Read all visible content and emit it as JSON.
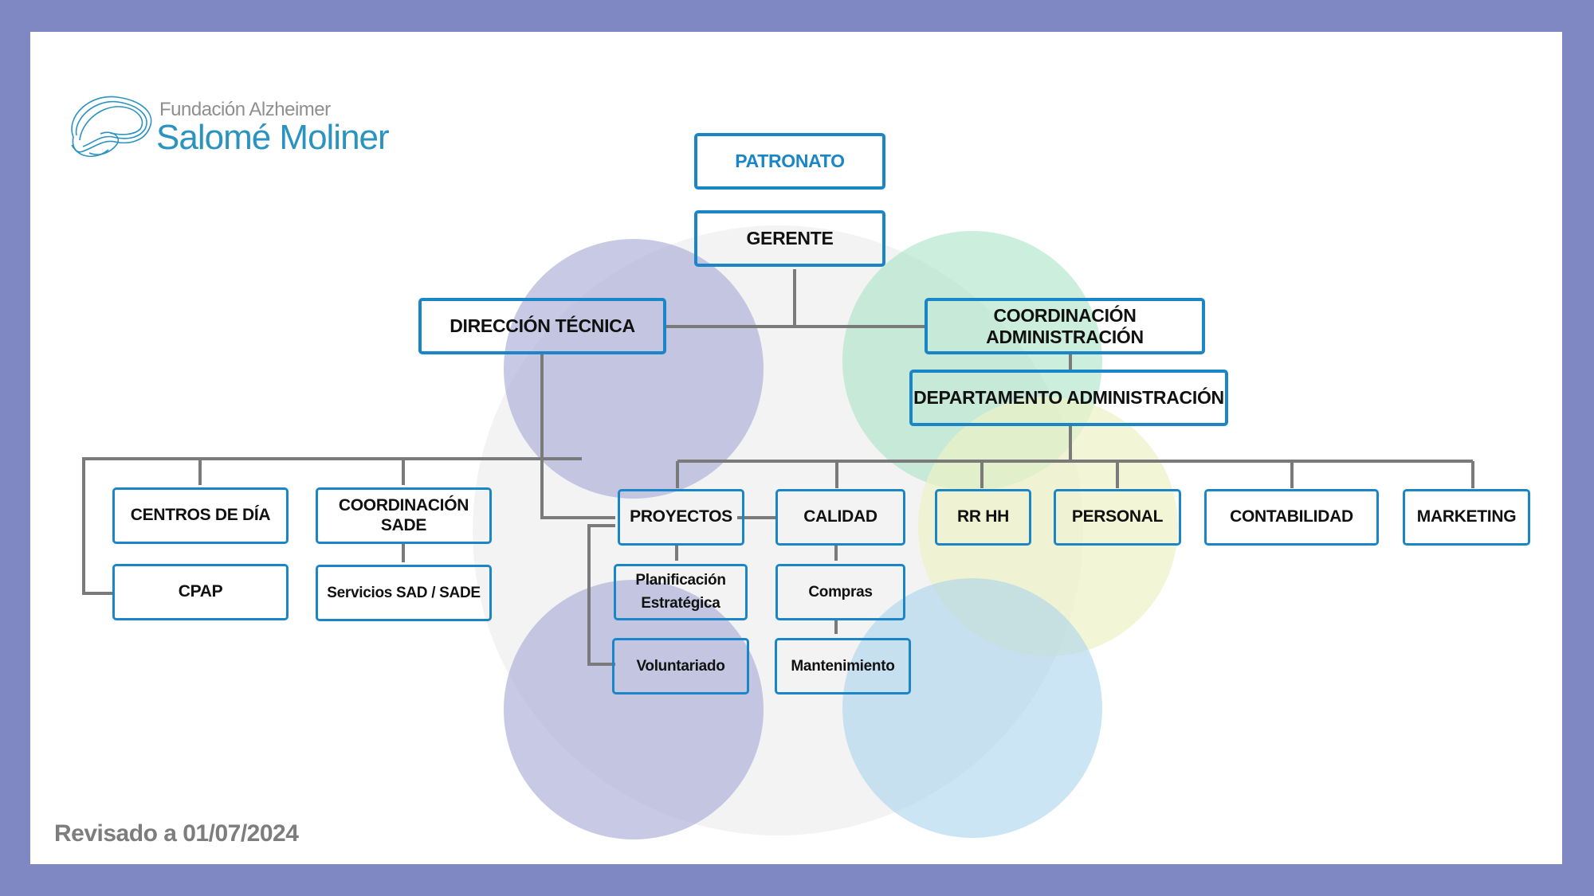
{
  "logo": {
    "line1": "Fundación Alzheimer",
    "line2": "Salomé Moliner",
    "icon": "brain-outline-icon"
  },
  "footer": {
    "revised": "Revisado a 01/07/2024"
  },
  "colors": {
    "frame": "#8088c3",
    "box_border": "#1a86c7",
    "connector": "#7a7a7a",
    "circle_gray": "#efefef",
    "circle_lavender": "#b9bcdc",
    "circle_green": "#bfe8d4",
    "circle_yellow": "#eef3cc",
    "circle_blue": "#b6d8ec"
  },
  "org": {
    "patronato": "PATRONATO",
    "gerente": "GERENTE",
    "direccion_tecnica": "DIRECCIÓN TÉCNICA",
    "coordinacion_administracion": "COORDINACIÓN ADMINISTRACIÓN",
    "departamento_administracion": "DEPARTAMENTO ADMINISTRACIÓN",
    "centros_de_dia": "CENTROS DE DÍA",
    "cpap": "CPAP",
    "coordinacion_sade": "COORDINACIÓN SADE",
    "servicios_sad_sade": "Servicios SAD / SADE",
    "proyectos": "PROYECTOS",
    "planificacion_estrategica": "Planificación Estratégica",
    "voluntariado": "Voluntariado",
    "calidad": "CALIDAD",
    "compras": "Compras",
    "mantenimiento": "Mantenimiento",
    "rr_hh": "RR HH",
    "personal": "PERSONAL",
    "contabilidad": "CONTABILIDAD",
    "marketing": "MARKETING"
  }
}
